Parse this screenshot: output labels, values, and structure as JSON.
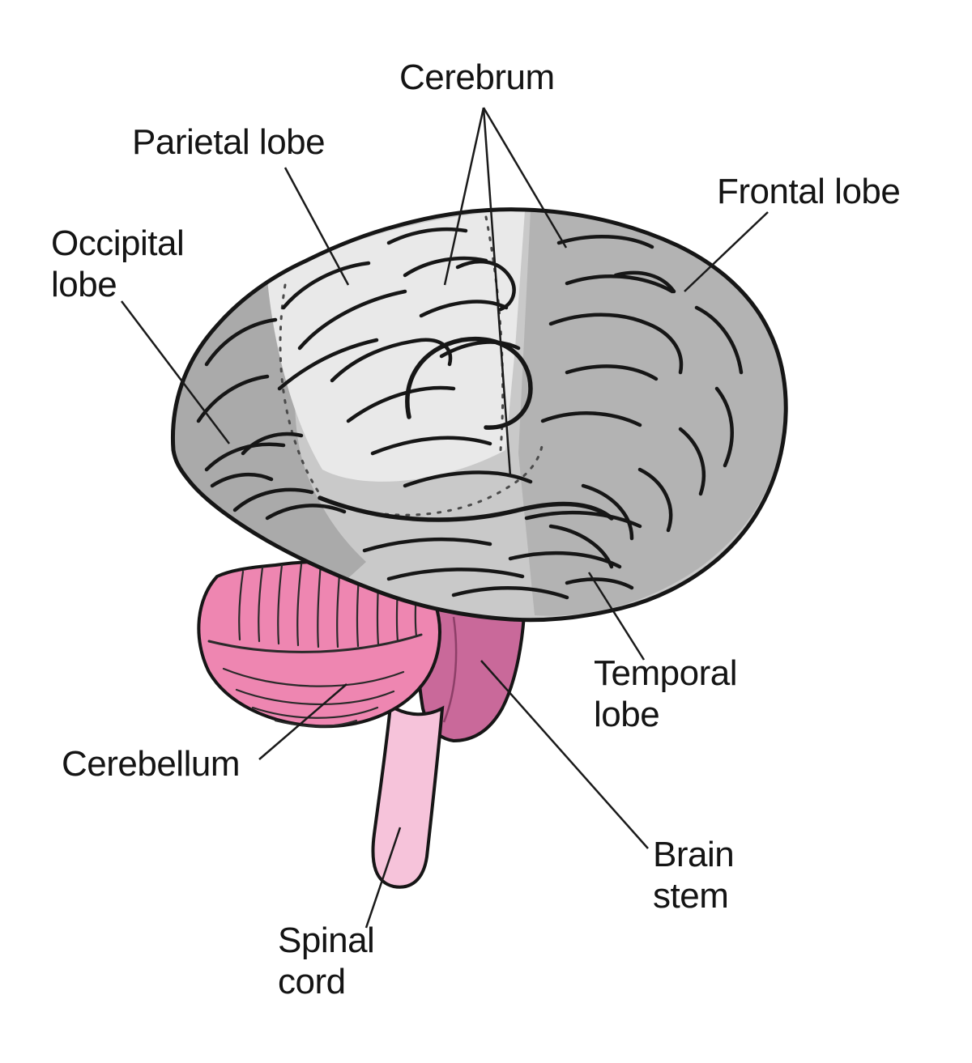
{
  "diagram": {
    "labels": {
      "cerebrum": {
        "text": "Cerebrum"
      },
      "parietal": {
        "text": "Parietal lobe"
      },
      "frontal": {
        "text": "Frontal lobe"
      },
      "occipital": {
        "line1": "Occipital",
        "line2": "lobe"
      },
      "temporal": {
        "line1": "Temporal",
        "line2": "lobe"
      },
      "cerebellum": {
        "text": "Cerebellum"
      },
      "brain_stem": {
        "line1": "Brain",
        "line2": "stem"
      },
      "spinal_cord": {
        "line1": "Spinal",
        "line2": "cord"
      }
    },
    "colors": {
      "background": "#ffffff",
      "outline": "#161616",
      "cerebrum_base": "#c9c9c9",
      "parietal_region": "#e9e9e9",
      "frontal_region": "#b3b3b3",
      "occipital_region": "#aaaaaa",
      "cerebellum": "#ee86b1",
      "brain_stem": "#c9699a",
      "spinal_cord": "#f6c3da"
    }
  }
}
